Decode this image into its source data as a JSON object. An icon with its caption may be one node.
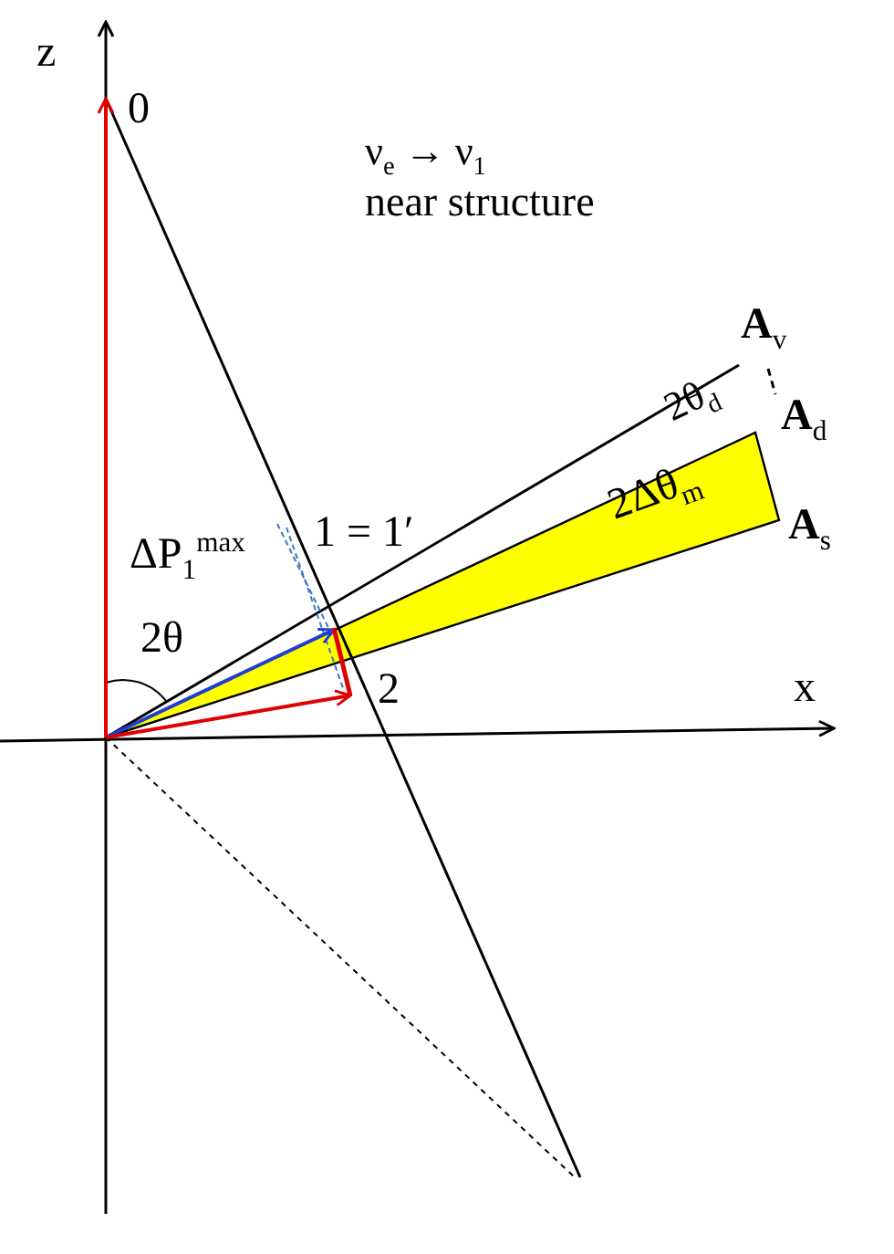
{
  "diagram": {
    "labels": [
      "z",
      "0",
      "ν$_{e}$ → ν$_{1}$",
      "near structure",
      "**A**$_{v}$",
      "2θ$_{d}$",
      "**A**$_{d}$",
      "2Δθ$_{m}$",
      "**A**$_{s}$",
      "1 = 1′",
      "ΔP$_{1}$$^{max}$",
      "2θ",
      "2",
      "x"
    ]
  }
}
